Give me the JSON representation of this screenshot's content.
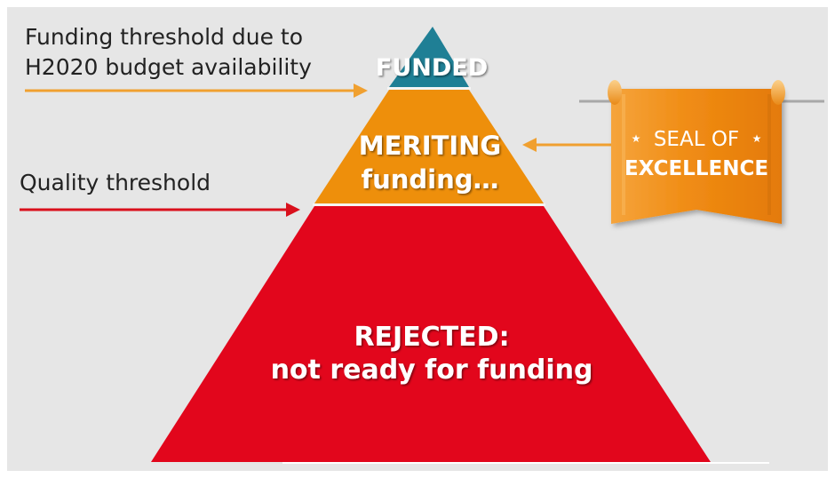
{
  "colors": {
    "funded": "#1f7f95",
    "meriting": "#ee8f0b",
    "rejected": "#e2061c",
    "funding_arrow": "#f0a030",
    "quality_arrow": "#d9101c",
    "seal_arrow": "#f0a030",
    "seal": "#f08c14",
    "background": "#e6e6e6",
    "separator": "#f5f5f5"
  },
  "left_labels": {
    "funding_threshold_line1": "Funding threshold due to",
    "funding_threshold_line2": "H2020 budget availability",
    "quality_threshold": "Quality threshold"
  },
  "pyramid": {
    "funded": "FUNDED",
    "meriting_line1": "MERITING",
    "meriting_line2": "funding…",
    "rejected_line1": "REJECTED:",
    "rejected_line2": "not ready for funding"
  },
  "seal": {
    "line1": "SEAL OF",
    "line2": "EXCELLENCE",
    "star": "★"
  }
}
